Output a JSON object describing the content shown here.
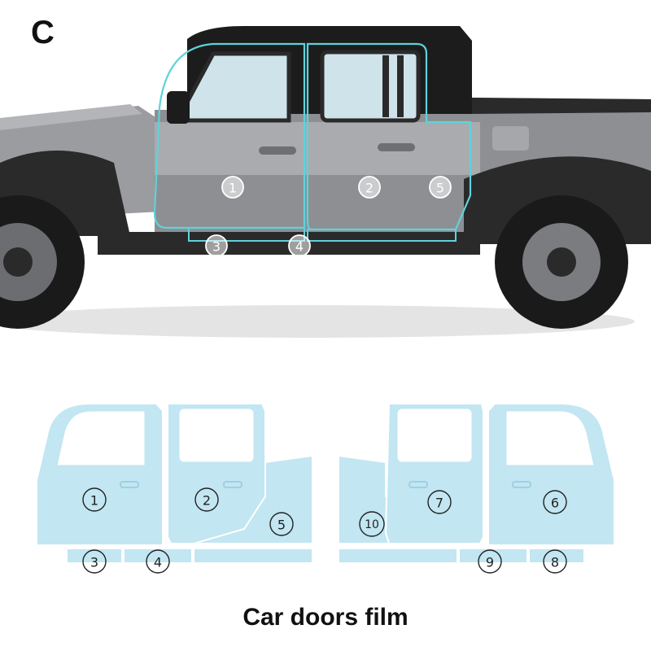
{
  "variant_label": "C",
  "caption": "Car doors film",
  "colors": {
    "film": "#c2e6f2",
    "outline": "#5fd2dc",
    "body": "#8d8f92",
    "roof": "#1c1c1c"
  },
  "car_labels": [
    "1",
    "2",
    "3",
    "4",
    "5"
  ],
  "left_labels": [
    "1",
    "2",
    "5",
    "3",
    "4"
  ],
  "right_labels": [
    "10",
    "7",
    "6",
    "9",
    "8"
  ]
}
